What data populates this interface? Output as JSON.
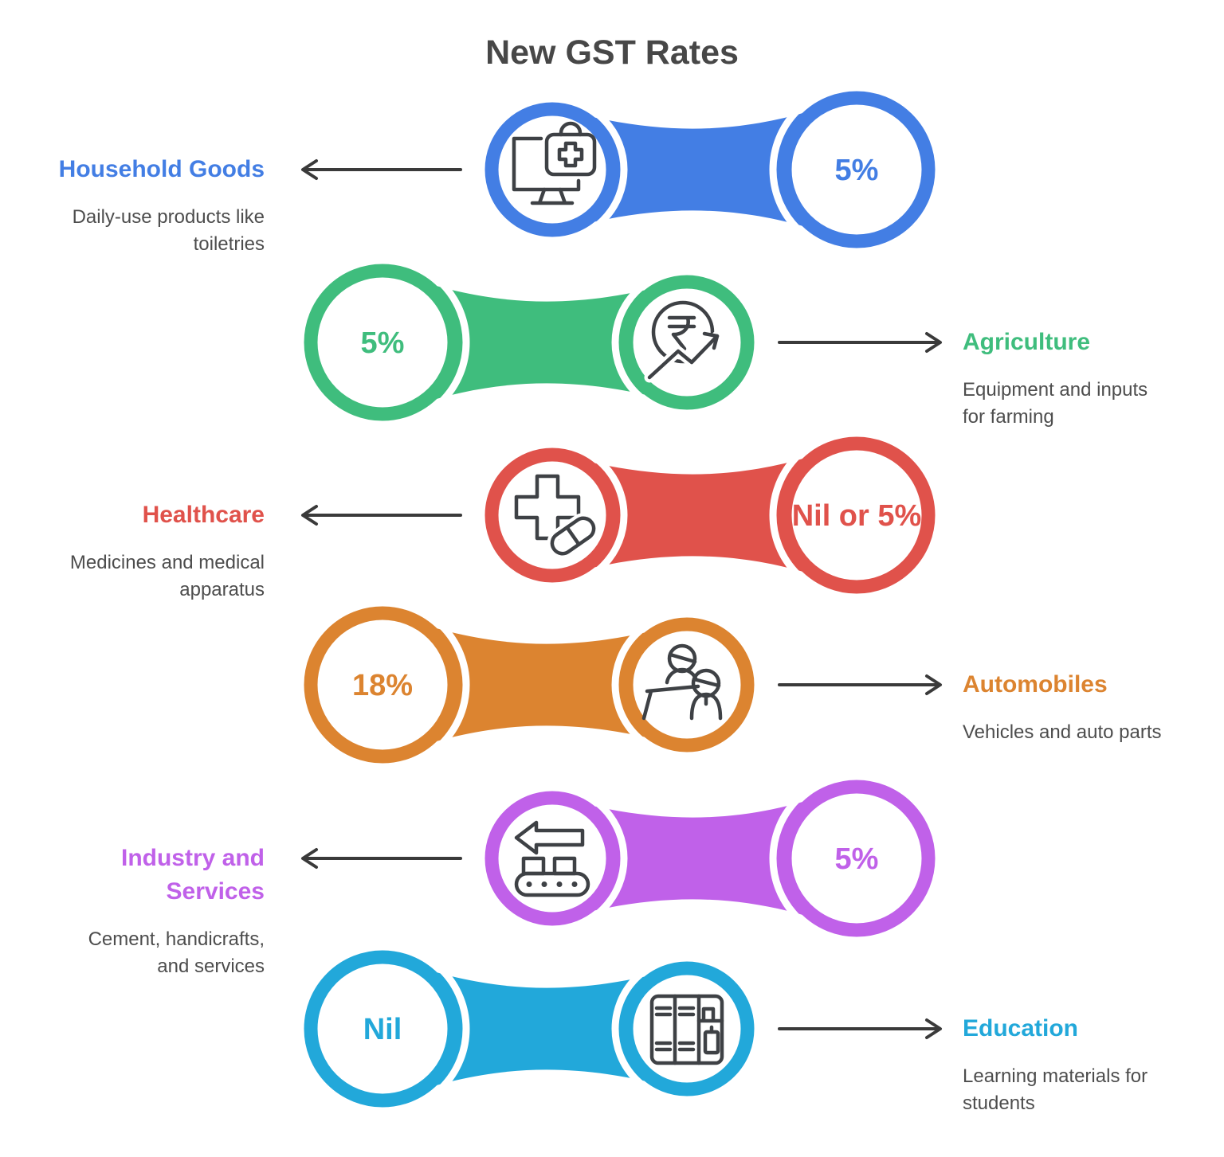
{
  "title": "New GST Rates",
  "colors": {
    "arrow": "#3a3a3a",
    "icon_stroke": "#3e4145",
    "title_text": "#474747",
    "description_text": "#4d4d4d"
  },
  "rows": [
    {
      "category": "Household Goods",
      "description": "Daily-use products like\ntoiletries",
      "rate": "5%",
      "color": "#437ee4",
      "label_side": "left",
      "icon": "monitor-medkit-icon"
    },
    {
      "category": "Agriculture",
      "description": "Equipment and inputs\nfor farming",
      "rate": "5%",
      "color": "#3fbd7d",
      "label_side": "right",
      "icon": "rupee-growth-icon"
    },
    {
      "category": "Healthcare",
      "description": "Medicines and medical\napparatus",
      "rate": "Nil or 5%",
      "color": "#e0524b",
      "label_side": "left",
      "icon": "medical-cross-pill-icon"
    },
    {
      "category": "Automobiles",
      "description": "Vehicles and auto parts",
      "rate": "18%",
      "color": "#dc8430",
      "label_side": "right",
      "icon": "people-desk-icon"
    },
    {
      "category": "Industry and\nServices",
      "description": "Cement, handicrafts,\nand services",
      "rate": "5%",
      "color": "#c061e9",
      "label_side": "left",
      "icon": "conveyor-belt-icon"
    },
    {
      "category": "Education",
      "description": "Learning materials for\nstudents",
      "rate": "Nil",
      "color": "#22a8da",
      "label_side": "right",
      "icon": "lockers-icon"
    }
  ]
}
